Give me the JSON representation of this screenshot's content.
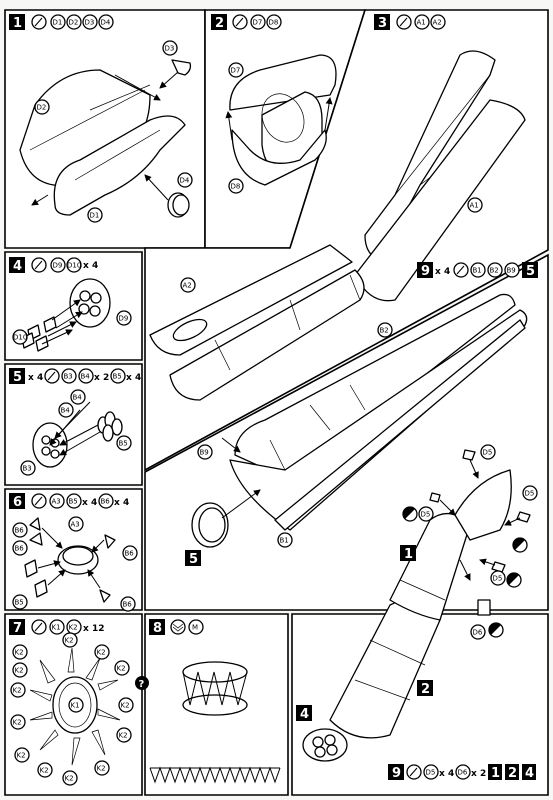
{
  "steps": [
    {
      "num": "1",
      "parts": [
        "D1",
        "D2",
        "D3",
        "D4"
      ],
      "labels": [
        "D3",
        "D2",
        "D4",
        "D1"
      ]
    },
    {
      "num": "2",
      "parts": [
        "D7",
        "D8"
      ],
      "labels": [
        "D7",
        "D8"
      ]
    },
    {
      "num": "3",
      "parts": [
        "A1",
        "A2"
      ],
      "labels": [
        "A1",
        "A2"
      ]
    },
    {
      "num": "4",
      "parts": [
        "D9",
        "D10"
      ],
      "qty": "x 4",
      "labels": [
        "D9",
        "D10"
      ]
    },
    {
      "num": "5",
      "pre_qty": "x 4",
      "parts": [
        "B3",
        "B4",
        "B5"
      ],
      "b4_qty": "x 2",
      "b5_qty": "x 4",
      "labels": [
        "B4",
        "B4",
        "B5",
        "B3"
      ]
    },
    {
      "num": "6",
      "parts": [
        "A3",
        "B5",
        "B6"
      ],
      "b5_qty": "x 4",
      "b6_qty": "x 4",
      "labels": [
        "B6",
        "A3",
        "B6",
        "B6",
        "B5",
        "B6"
      ]
    },
    {
      "num": "7",
      "parts": [
        "K1",
        "K2"
      ],
      "qty": "x 12",
      "labels": [
        "K1",
        "K2"
      ]
    },
    {
      "num": "8",
      "parts": [
        "M"
      ]
    },
    {
      "num": "9",
      "qty": "x 4",
      "parts": [
        "B1",
        "B2",
        "B9"
      ],
      "ref_step": "5",
      "labels": [
        "B2",
        "B9",
        "B1"
      ],
      "ref_label": "5"
    },
    {
      "num": "9",
      "parts": [
        "D5",
        "D6"
      ],
      "d5_qty": "x 4",
      "d6_qty": "x 2",
      "ref_steps": [
        "1",
        "2",
        "4"
      ],
      "labels": [
        "D5",
        "D5",
        "D5",
        "D5",
        "D6"
      ],
      "refs": [
        "1",
        "2",
        "4"
      ]
    }
  ],
  "question_mark": "?",
  "k2_labels": [
    "K2",
    "K2",
    "K2",
    "K2",
    "K2",
    "K2",
    "K2",
    "K2",
    "K2",
    "K2",
    "K2",
    "K2",
    "K2"
  ]
}
